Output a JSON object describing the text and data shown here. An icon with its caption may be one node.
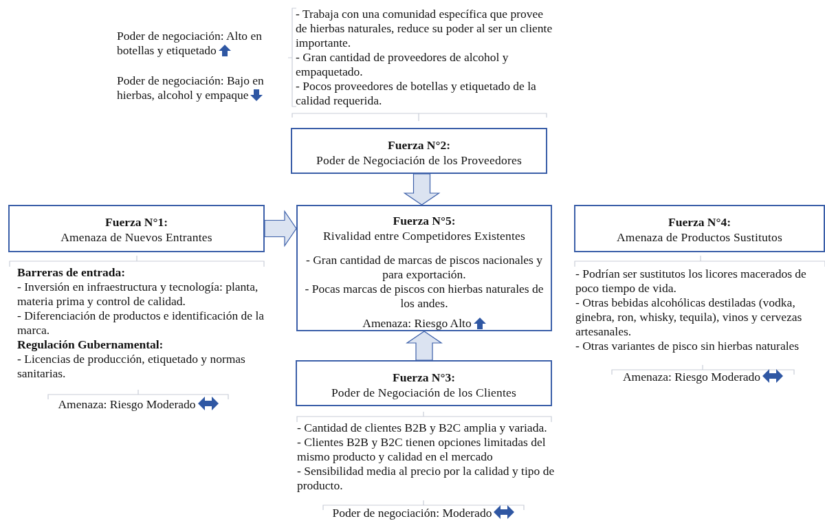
{
  "diagram": {
    "nodes": [
      {
        "text": [
          "Fuerza N°2:",
          "Poder de Negociación de los Proveedores"
        ],
        "beside": [
          "Poder de negociación: Alto en botellas y etiquetado",
          "Poder de negociación: Bajo en hierbas, alcohol y empaque",
          "- Trabaja con una comunidad específica que provee de hierbas naturales, reduce su poder al ser un cliente importante.",
          "- Gran cantidad de proveedores de alcohol y empaquetado.",
          "- Pocos proveedores de botellas y etiquetado de la calidad requerida."
        ]
      },
      {
        "text": [
          "Fuerza N°1:",
          "Amenaza de Nuevos Entrantes"
        ],
        "beside": [
          "Barreras de entrada:",
          "- Inversión en infraestructura y tecnología: planta, materia prima y control de calidad.",
          "- Diferenciación de productos e identificación de la marca.",
          "Regulación Gubernamental:",
          "- Licencias de producción, etiquetado y normas sanitarias.",
          "Amenaza: Riesgo Moderado"
        ]
      },
      {
        "text": [
          "Fuerza N°5:",
          "Rivalidad entre Competidores Existentes",
          "- Gran cantidad de marcas de piscos nacionales y para exportación.",
          "- Pocas marcas de piscos con hierbas naturales de los andes.",
          "Amenaza: Riesgo Alto"
        ]
      },
      {
        "text": [
          "Fuerza N°4:",
          "Amenaza de Productos Sustitutos"
        ],
        "beside": [
          "- Podrían ser sustitutos los licores macerados de poco tiempo de vida.",
          "-  Otras bebidas alcohólicas destiladas (vodka, ginebra, ron, whisky, tequila), vinos y cervezas artesanales.",
          "- Otras variantes de pisco sin hierbas naturales",
          "Amenaza: Riesgo Moderado"
        ]
      },
      {
        "text": [
          "Fuerza N°3:",
          "Poder de Negociación de los Clientes"
        ],
        "beside": [
          "- Cantidad de clientes B2B y B2C amplia y variada.",
          "- Clientes B2B y B2C tienen opciones limitadas del mismo producto y calidad en el mercado",
          "- Sensibilidad media al precio por la calidad y tipo de producto.",
          "Poder de negociación: Moderado"
        ]
      }
    ],
    "edges": [
      {
        "from": 0,
        "to": 2,
        "arrow": "to"
      },
      {
        "from": 1,
        "to": 2,
        "arrow": "to"
      },
      {
        "from": 4,
        "to": 2,
        "arrow": "to"
      }
    ]
  }
}
